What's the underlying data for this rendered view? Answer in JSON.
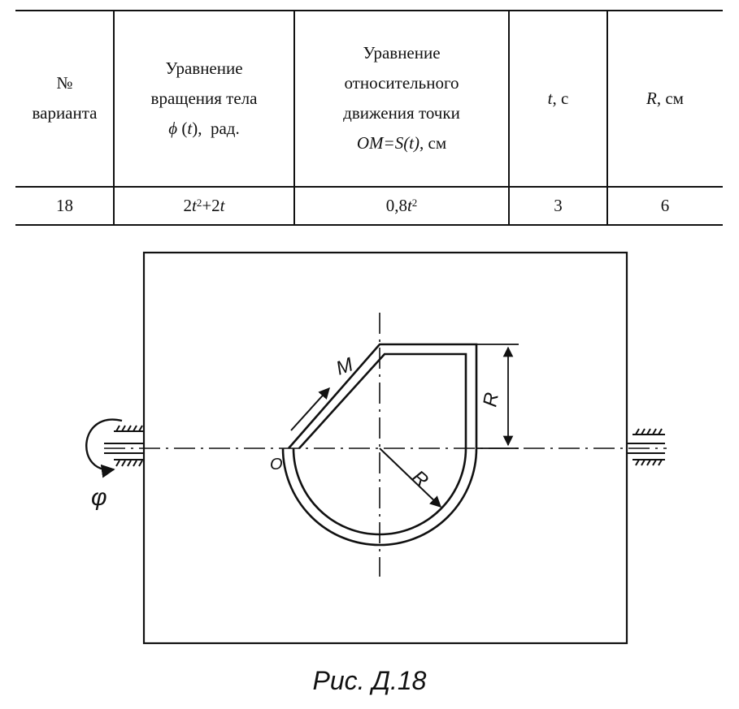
{
  "table": {
    "headers": {
      "col1": [
        "№",
        "варианта"
      ],
      "col2": {
        "line1": "Уравнение",
        "line2": "вращения тела",
        "phi": "ϕ",
        "t": "t",
        "unit": "рад."
      },
      "col3": {
        "line1": "Уравнение",
        "line2": "относительного",
        "line3": "движения точки",
        "om": "OM=S(t)",
        "unit": ", см"
      },
      "col4": {
        "var": "t",
        "unit": ", с"
      },
      "col5": {
        "var": "R",
        "unit": ", см"
      }
    },
    "row": {
      "variant": "18",
      "rotation": {
        "a": "2",
        "t": "t",
        "exp": "2",
        "plus": "+2",
        "t2": "t"
      },
      "relative": {
        "coef": "0,8",
        "t": "t",
        "exp": "2"
      },
      "t_value": "3",
      "R_value": "6"
    }
  },
  "figure": {
    "label_M": "M",
    "label_O": "O",
    "label_R_vertical": "R",
    "label_R_radius": "R",
    "label_phi": "φ"
  },
  "caption": "Рис. Д.18"
}
